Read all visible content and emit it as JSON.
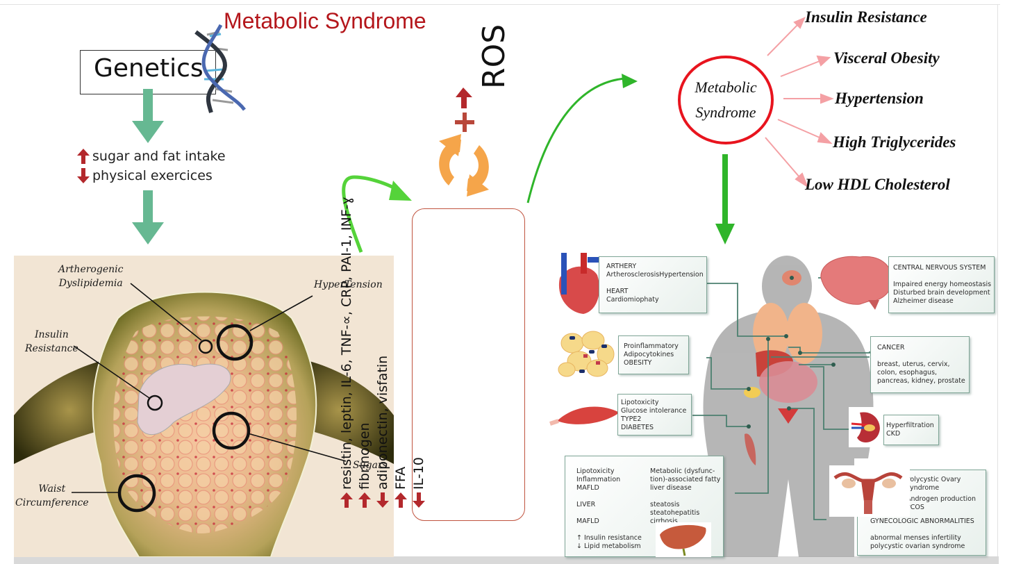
{
  "title": "Metabolic Syndrome",
  "genetics": {
    "label": "Genetics",
    "icons": {
      "dna": "dna-helix-icon",
      "down_arrow": "green-down-arrow"
    },
    "lifestyle": [
      {
        "direction": "up",
        "icon": "red-up-arrow",
        "text": "sugar and fat intake"
      },
      {
        "direction": "down",
        "icon": "red-down-arrow",
        "text": "physical exercices"
      }
    ]
  },
  "body_illustration": {
    "labels": {
      "atherogenic": [
        "Artherogenic",
        "Dyslipidemia"
      ],
      "insulin": [
        "Insulin",
        "Resistance"
      ],
      "hypertension": "HyperTension",
      "sugars": "Sugars",
      "waist": [
        "Waist",
        "Circumference"
      ]
    }
  },
  "ros": {
    "prefix": "+",
    "arrow": "up",
    "label": "ROS",
    "cycle_icon": "orange-cycle-arrows-icon"
  },
  "cytokines": [
    {
      "direction": "up",
      "text": "resistin, leptin, IL-6, TNF-∝, CRP, PAI-1, INF-ɣ"
    },
    {
      "direction": "up",
      "text": "fibrinogen"
    },
    {
      "direction": "down",
      "text": "adiponectin, visfatin"
    },
    {
      "direction": "up",
      "text": "FFA"
    },
    {
      "direction": "down",
      "text": "IL-10"
    }
  ],
  "syndrome": {
    "circle_label": [
      "Metabolic",
      "Syndrome"
    ],
    "features": [
      "Insulin Resistance",
      "Visceral Obesity",
      "Hypertension",
      "High Triglycerides",
      "Low HDL Cholesterol"
    ]
  },
  "organ_panel": {
    "heart": {
      "lines": [
        "ARTHERY",
        "ArtherosclerosisHypertension",
        "",
        "HEART",
        "Cardiomiophaty"
      ]
    },
    "adipose": {
      "lines": [
        "Proinflammatory",
        "Adipocytokines",
        "OBESITY"
      ]
    },
    "muscle": {
      "lines": [
        "Lipotoxicity",
        "Glucose intolerance",
        "TYPE2",
        "DIABETES"
      ]
    },
    "liver": {
      "left": [
        "Lipotoxicity",
        "Inflammation",
        "MAFLD",
        "",
        "LIVER",
        "",
        "MAFLD",
        "",
        "↑ Insulin resistance",
        "↓ Lipid metabolism"
      ],
      "right": [
        "Metabolic (dysfunc-",
        "tion)-associated fatty",
        "liver disease",
        "",
        "steatosis",
        "steatohepatitis",
        "cirrhosis"
      ]
    },
    "cns": {
      "title": "CENTRAL NERVOUS SYSTEM",
      "lines": [
        "Impaired energy homeostasis",
        "Disturbed brain development",
        "Alzheimer disease"
      ]
    },
    "cancer": {
      "title": "CANCER",
      "lines": [
        "breast, uterus, cervix,",
        "colon, esophagus,",
        "pancreas, kidney, prostate"
      ]
    },
    "kidney": {
      "lines": [
        "Hyperfiltration",
        "CKD"
      ]
    },
    "gyneco": {
      "lines": [
        "Polycystic Ovary",
        "syndrome"
      ],
      "lines2": [
        "Androgen production",
        "PCOS"
      ],
      "title": "GYNECOLOGIC ABNORMALITIES",
      "footer": [
        "abnormal menses infertility",
        "polycystic ovarian syndrome"
      ]
    }
  },
  "colors": {
    "title_red": "#b4161b",
    "circle_red": "#e8141e",
    "flow_green": "#2fb52a",
    "bright_green": "#55d33a",
    "teal_arrow": "#66b892",
    "pink_arrow": "#f4a0a4",
    "orange_cycle": "#f5a54a",
    "arrow_red": "#b3282c"
  }
}
